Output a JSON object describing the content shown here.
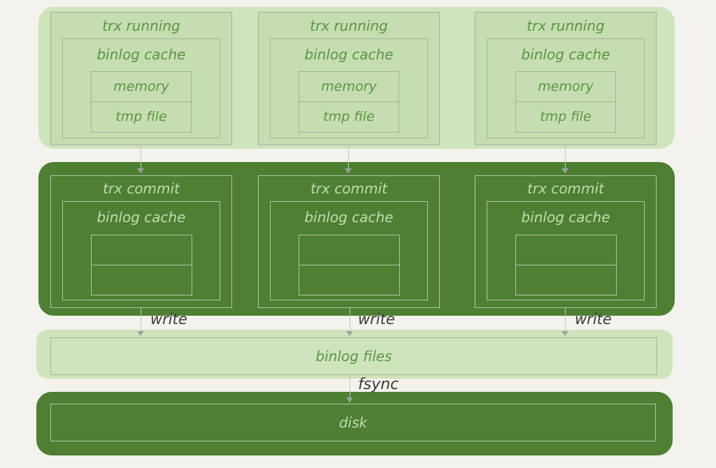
{
  "colors": {
    "bg": "#f4f2ec",
    "band_light": "#cfe4bc",
    "box_fill_light": "#c5ddb0",
    "band_dark": "#4e7f33",
    "border_light": "#a9aea4",
    "border_dark": "#b6c4aa",
    "text_green": "#5a9643",
    "text_pale": "#c2dcb0",
    "text_dark": "#3a3a3a",
    "arrow_line": "#c4c6c2",
    "arrow_head": "#9aa29a"
  },
  "running": {
    "columns": [
      {
        "title": "trx running",
        "cache": "binlog cache",
        "rows": [
          "memory",
          "tmp file"
        ]
      },
      {
        "title": "trx running",
        "cache": "binlog cache",
        "rows": [
          "memory",
          "tmp file"
        ]
      },
      {
        "title": "trx running",
        "cache": "binlog cache",
        "rows": [
          "memory",
          "tmp file"
        ]
      }
    ]
  },
  "commit": {
    "columns": [
      {
        "title": "trx commit",
        "cache": "binlog cache"
      },
      {
        "title": "trx commit",
        "cache": "binlog cache"
      },
      {
        "title": "trx commit",
        "cache": "binlog cache"
      }
    ]
  },
  "write_labels": [
    "write",
    "write",
    "write"
  ],
  "binlog_files": {
    "label": "binlog files"
  },
  "fsync_label": "fsync",
  "disk": {
    "label": "disk"
  }
}
